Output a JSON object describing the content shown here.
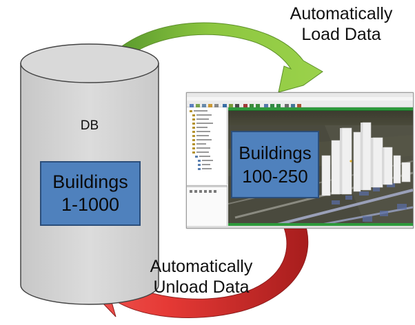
{
  "diagram": {
    "top_caption": [
      "Automatically",
      "Load Data"
    ],
    "bottom_caption": [
      "Automatically",
      "Unload Data"
    ],
    "database": {
      "label": "DB",
      "contents": [
        "Buildings",
        "1-1000"
      ]
    },
    "viewer": {
      "contents": [
        "Buildings",
        "100-250"
      ]
    }
  },
  "colors": {
    "load_arrow": "#8fc63f",
    "unload_arrow": "#e53935",
    "buildings_box": "#4f81bd",
    "cylinder_fill": "#d4d4d4",
    "viewer_classification_bar": "#2e9a3c"
  }
}
